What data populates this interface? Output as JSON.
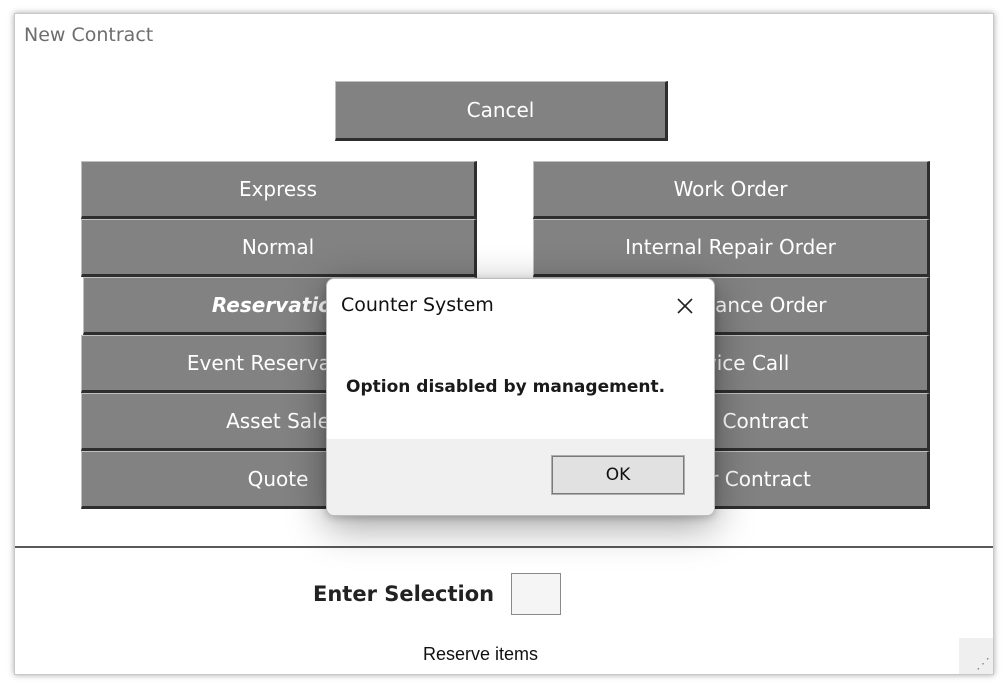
{
  "window": {
    "title": "New Contract"
  },
  "cancel_label": "Cancel",
  "left_buttons": [
    {
      "label": "Express",
      "active": false
    },
    {
      "label": "Normal",
      "active": false
    },
    {
      "label": "Reservation",
      "active": true
    },
    {
      "label": "Event Reservation",
      "active": false
    },
    {
      "label": "Asset Sale",
      "active": false
    },
    {
      "label": "Quote",
      "active": false
    }
  ],
  "right_buttons": [
    {
      "label": "Work Order"
    },
    {
      "label": "Internal Repair Order"
    },
    {
      "label": "Maintenance Order"
    },
    {
      "label": "Service Call"
    },
    {
      "label": "Rental Contract"
    },
    {
      "label": "Master Contract"
    }
  ],
  "enter_selection": {
    "label": "Enter Selection",
    "value": ""
  },
  "status_text": "Reserve items",
  "dialog": {
    "title": "Counter System",
    "message": "Option disabled by management.",
    "ok_label": "OK"
  }
}
